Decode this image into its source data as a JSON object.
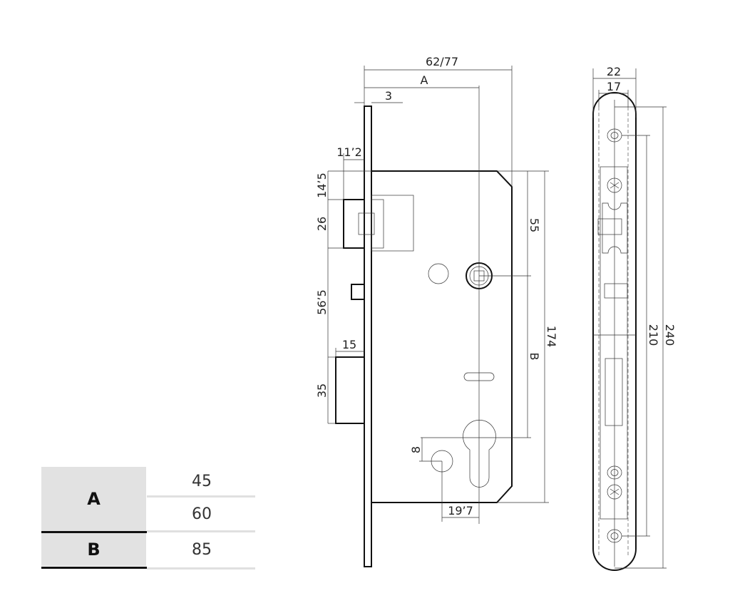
{
  "dimensions": {
    "overall_depth": "62/77",
    "backset": "A",
    "faceplate_thickness": "3",
    "latch_projection": "11’2",
    "latch_offset": "14’5",
    "latch_height": "26",
    "latch_to_deadbolt": "56’5",
    "deadbolt_projection": "15",
    "deadbolt_height": "35",
    "top_to_follower": "55",
    "distance_b": "B",
    "case_height": "174",
    "cylinder_offset": "8",
    "cylinder_spacing": "19’7",
    "faceplate_width": "22",
    "case_width": "17",
    "screw_spacing": "210",
    "faceplate_length": "240"
  },
  "table": {
    "rows": [
      {
        "key": "A",
        "values": [
          "45",
          "60"
        ]
      },
      {
        "key": "B",
        "values": [
          "85"
        ]
      }
    ]
  }
}
